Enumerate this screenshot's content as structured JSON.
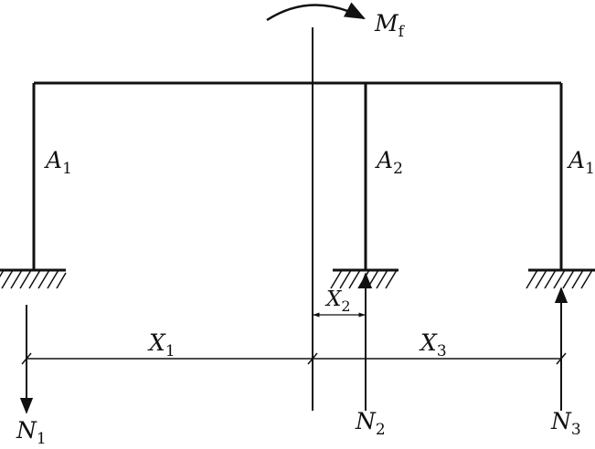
{
  "moment": {
    "symbol": "M",
    "subscript": "f"
  },
  "members": [
    {
      "symbol": "A",
      "subscript": "1"
    },
    {
      "symbol": "A",
      "subscript": "2"
    },
    {
      "symbol": "A",
      "subscript": "1"
    }
  ],
  "dimensions": [
    {
      "symbol": "X",
      "subscript": "1"
    },
    {
      "symbol": "X",
      "subscript": "2"
    },
    {
      "symbol": "X",
      "subscript": "3"
    }
  ],
  "forces": [
    {
      "symbol": "N",
      "subscript": "1"
    },
    {
      "symbol": "N",
      "subscript": "2"
    },
    {
      "symbol": "N",
      "subscript": "3"
    }
  ]
}
